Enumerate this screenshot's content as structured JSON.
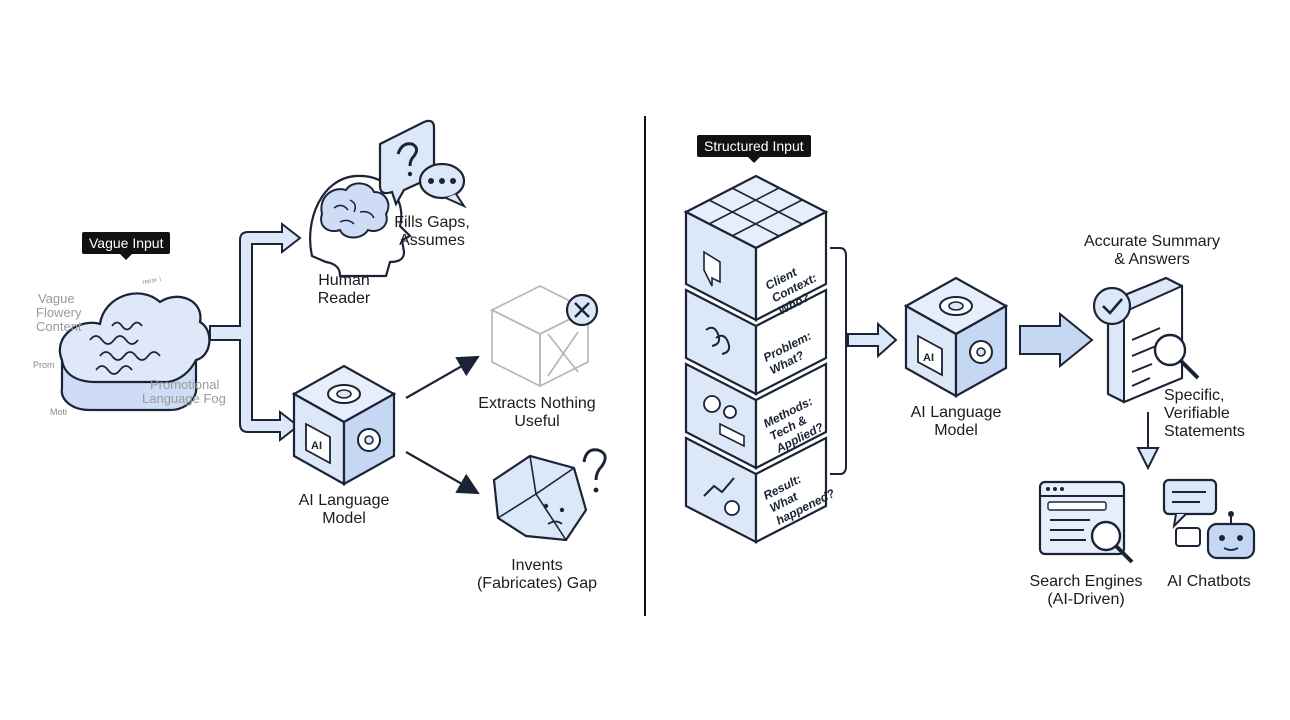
{
  "left_panel": {
    "input_tag": "Vague Input",
    "fog_words": {
      "vague": "Vague",
      "flowery": "Flowery",
      "content": "Content",
      "promotional": "Promotional",
      "language_fog": "Language Fog",
      "scribble_1": "Prom",
      "scribble_2": "Moti",
      "scribble_3": "ᵣₑₚₒᵣ ᵢ"
    },
    "human_reader": {
      "line1": "Human",
      "line2": "Reader"
    },
    "human_result": {
      "line1": "Fills Gaps,",
      "line2": "Assumes"
    },
    "ai_model": {
      "line1": "AI Language",
      "line2": "Model"
    },
    "extract_result": {
      "line1": "Extracts Nothing",
      "line2": "Useful"
    },
    "invent_result": {
      "line1": "Invents",
      "line2": "(Fabricates) Gap"
    }
  },
  "right_panel": {
    "input_tag": "Structured Input",
    "blocks": [
      {
        "line1": "Client",
        "line2": "Context:",
        "line3": "Who?"
      },
      {
        "line1": "Problem:",
        "line2": "What?",
        "line3": ""
      },
      {
        "line1": "Methods:",
        "line2": "Tech &",
        "line3": "Applied?"
      },
      {
        "line1": "Result:",
        "line2": "What",
        "line3": "happened?"
      }
    ],
    "ai_model": {
      "line1": "AI Language",
      "line2": "Model"
    },
    "summary": {
      "line1": "Accurate Summary",
      "line2": "& Answers"
    },
    "statements": {
      "line1": "Specific,",
      "line2": "Verifiable",
      "line3": "Statements"
    },
    "search": {
      "line1": "Search Engines",
      "line2": "(AI-Driven)"
    },
    "chatbots": {
      "line1": "AI Chatbots"
    }
  },
  "ai_chip_text": "AI",
  "colors": {
    "fill": "#dce7f8",
    "fill_dark": "#b9cdef",
    "stroke": "#1b2436",
    "divider": "#111111",
    "faint": "#b5b5b5"
  }
}
